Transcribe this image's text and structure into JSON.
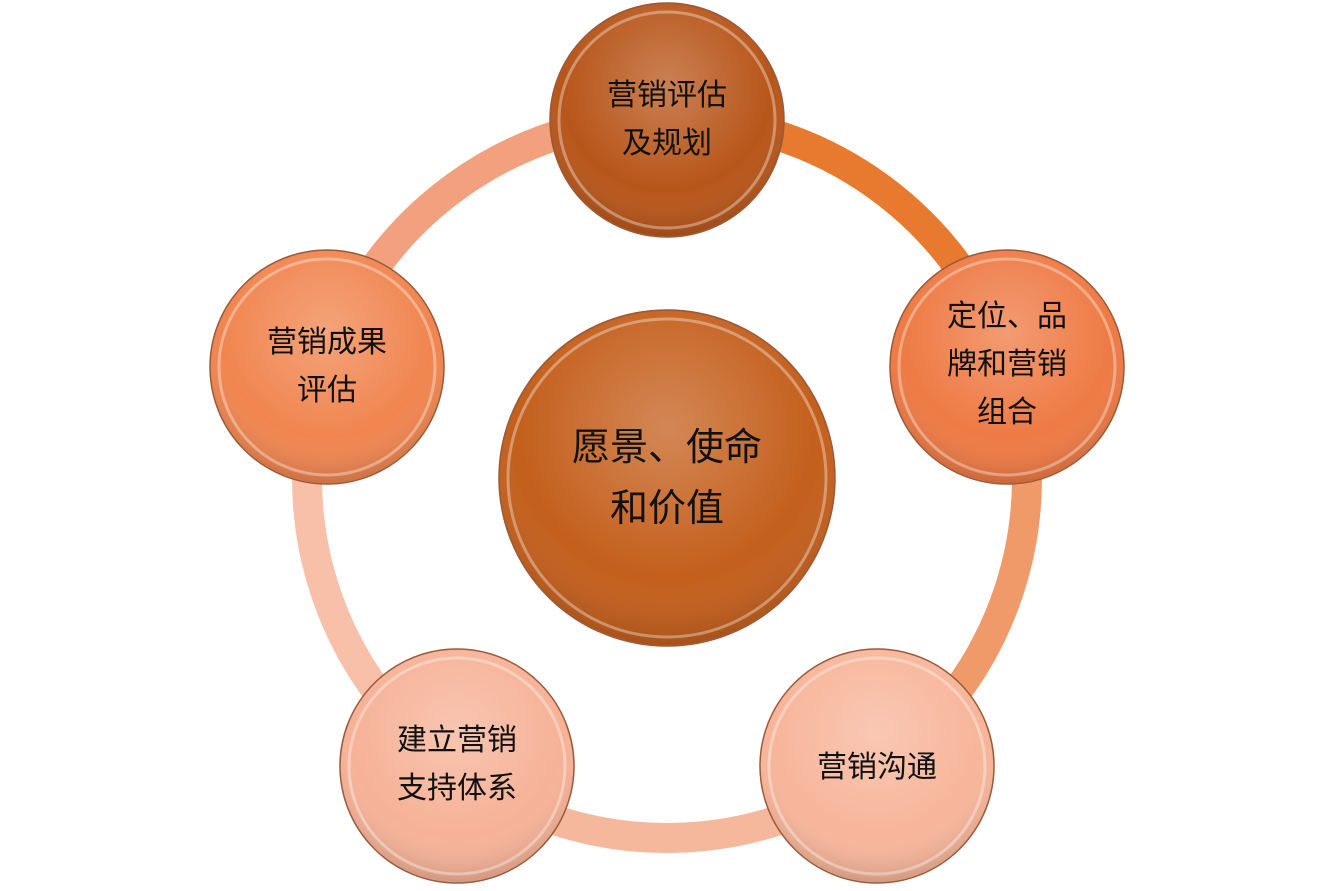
{
  "center": {
    "label": "愿景、使命\n和价值",
    "color": "#C45F1C"
  },
  "nodes": [
    {
      "label": "营销评估\n及规划",
      "color": "#B8561A"
    },
    {
      "label": "定位、品\n牌和营销\n组合",
      "color": "#EE7A44"
    },
    {
      "label": "营销沟通",
      "color": "#F7B59A"
    },
    {
      "label": "建立营销\n支持体系",
      "color": "#F6B297"
    },
    {
      "label": "营销成果\n评估",
      "color": "#F0854F"
    }
  ],
  "ring_colors": [
    "#E87A30",
    "#F09A6A",
    "#F6B89C",
    "#F8C0A8",
    "#F2A07E"
  ]
}
